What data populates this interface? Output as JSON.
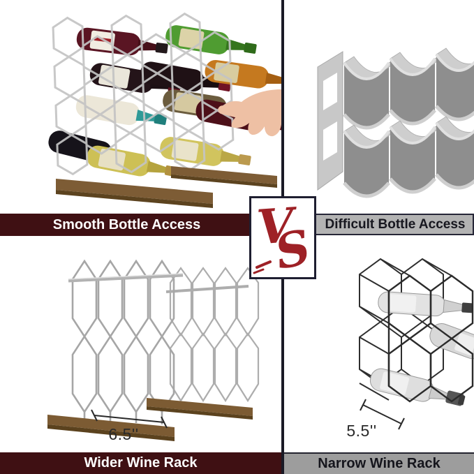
{
  "colors": {
    "maroon_bar": "#3f1013",
    "gray_bar_top": "#b3b3b3",
    "gray_bar_bottom": "#9d9d9d",
    "vs_red": "#9e2126",
    "divider": "#1a1a26",
    "background": "#ffffff"
  },
  "badge": {
    "label": "VS"
  },
  "quadrants": {
    "top_left": {
      "caption": "Smooth Bottle Access"
    },
    "top_right": {
      "caption": "Difficult Bottle Access"
    },
    "bottom_left": {
      "caption": "Wider Wine Rack",
      "measurement": "6.5''"
    },
    "bottom_right": {
      "caption": "Narrow Wine Rack",
      "measurement": "5.5''"
    }
  }
}
